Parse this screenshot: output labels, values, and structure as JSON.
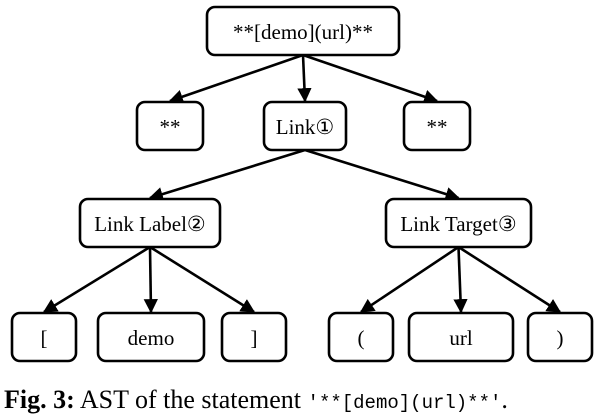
{
  "diagram": {
    "nodes": [
      {
        "id": "root",
        "label": "**[demo](url)**"
      },
      {
        "id": "strong-open",
        "label": "**"
      },
      {
        "id": "link",
        "label": "Link①"
      },
      {
        "id": "strong-close",
        "label": "**"
      },
      {
        "id": "link-label",
        "label": "Link Label②"
      },
      {
        "id": "link-target",
        "label": "Link Target③"
      },
      {
        "id": "lbracket",
        "label": "["
      },
      {
        "id": "demo",
        "label": "demo"
      },
      {
        "id": "rbracket",
        "label": "]"
      },
      {
        "id": "lparen",
        "label": "("
      },
      {
        "id": "url",
        "label": "url"
      },
      {
        "id": "rparen",
        "label": ")"
      }
    ],
    "edges": [
      {
        "from": "root",
        "to": "strong-open"
      },
      {
        "from": "root",
        "to": "link"
      },
      {
        "from": "root",
        "to": "strong-close"
      },
      {
        "from": "link",
        "to": "link-label"
      },
      {
        "from": "link",
        "to": "link-target"
      },
      {
        "from": "link-label",
        "to": "lbracket"
      },
      {
        "from": "link-label",
        "to": "demo"
      },
      {
        "from": "link-label",
        "to": "rbracket"
      },
      {
        "from": "link-target",
        "to": "lparen"
      },
      {
        "from": "link-target",
        "to": "url"
      },
      {
        "from": "link-target",
        "to": "rparen"
      }
    ]
  },
  "caption": {
    "label": "Fig. 3:",
    "text": " AST of the statement ",
    "code": "'**[demo](url)**'",
    "end": "."
  }
}
